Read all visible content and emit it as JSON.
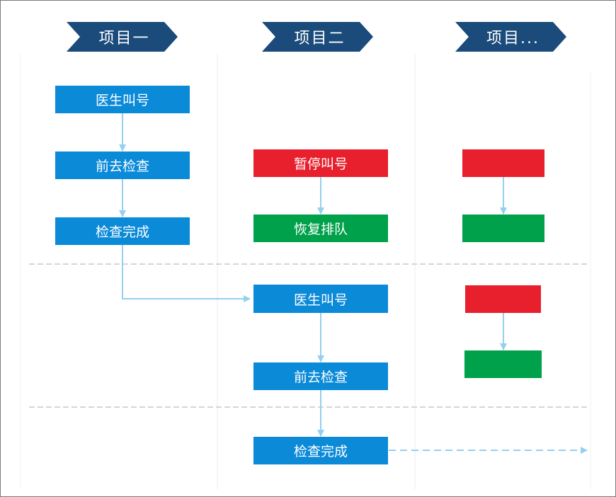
{
  "columns": [
    {
      "header": "项目一"
    },
    {
      "header": "项目二"
    },
    {
      "header": "项目..."
    }
  ],
  "nodes": {
    "c1_call": "医生叫号",
    "c1_go_exam": "前去检查",
    "c1_exam_done": "检查完成",
    "c2_pause": "暂停叫号",
    "c2_resume": "恢复排队",
    "c2_call": "医生叫号",
    "c2_go_exam": "前去检查",
    "c2_exam_done": "检查完成"
  },
  "colors": {
    "header_bg": "#1a4b7b",
    "step_blue": "#0b8ad8",
    "pause_red": "#e8202d",
    "resume_green": "#00a14b",
    "arrow": "#94d0f0"
  }
}
